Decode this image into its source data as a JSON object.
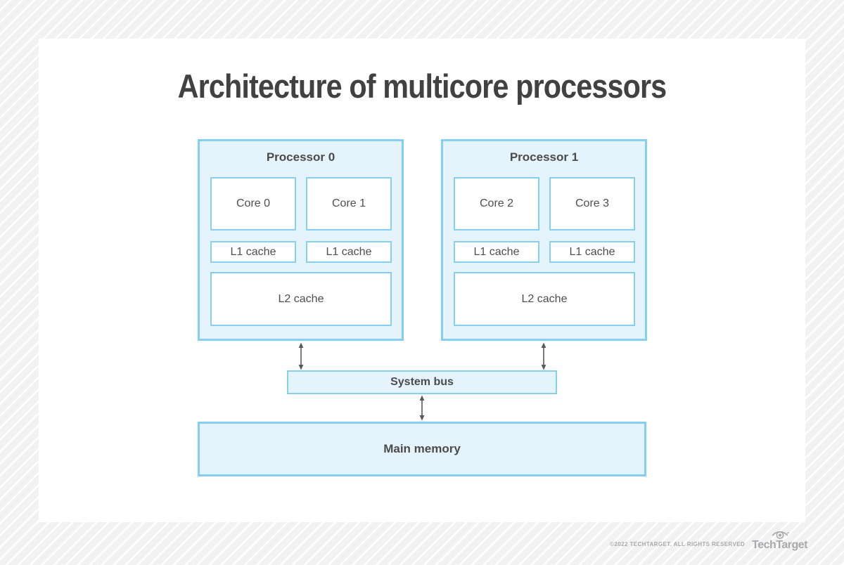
{
  "title": "Architecture of multicore processors",
  "colors": {
    "box_border_blue": "#84cff3",
    "box_fill_light_blue": "#e4f3fc",
    "inner_box_fill": "#ffffff",
    "text_dark": "#4a4b4d",
    "arrow_gray": "#58595b",
    "footer_gray": "#a7a9ac",
    "background_stripe_gray": "#f2f2f3"
  },
  "processors": [
    {
      "label": "Processor 0",
      "cores": [
        "Core 0",
        "Core 1"
      ],
      "l1": [
        "L1 cache",
        "L1 cache"
      ],
      "l2": "L2 cache"
    },
    {
      "label": "Processor 1",
      "cores": [
        "Core 2",
        "Core 3"
      ],
      "l1": [
        "L1 cache",
        "L1 cache"
      ],
      "l2": "L2 cache"
    }
  ],
  "system_bus": {
    "label": "System bus"
  },
  "main_memory": {
    "label": "Main memory"
  },
  "footer": {
    "copyright": "©2022 TECHTARGET. ALL RIGHTS RESERVED",
    "brand": "TechTarget"
  }
}
